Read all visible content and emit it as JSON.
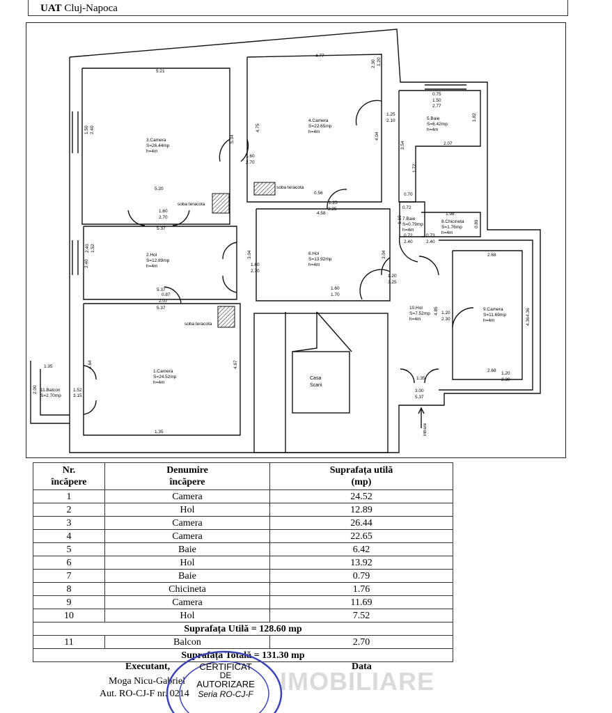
{
  "header": {
    "uat_label": "UAT",
    "uat_city": "Cluj-Napoca"
  },
  "plan": {
    "rooms": [
      {
        "n": "1.Camera",
        "s": "S=24.52mp",
        "h": "h=4m"
      },
      {
        "n": "2.Hol",
        "s": "S=12.89mp",
        "h": "h=4m"
      },
      {
        "n": "3.Camera",
        "s": "S=26.44mp",
        "h": "h=4m"
      },
      {
        "n": "4.Camera",
        "s": "S=22.65mp",
        "h": "h=4m"
      },
      {
        "n": "5.Baie",
        "s": "S=6.42mp",
        "h": "h=4m"
      },
      {
        "n": "6.Hol",
        "s": "S=13.92mp",
        "h": "h=4m"
      },
      {
        "n": "7.Baie",
        "s": "S=0.79mp",
        "h": "h=4m"
      },
      {
        "n": "8.Chicineta",
        "s": "S=1.76mp",
        "h": "h=4m"
      },
      {
        "n": "9.Camera",
        "s": "S=11.69mp",
        "h": "h=4m"
      },
      {
        "n": "10.Hol",
        "s": "S=7.52mp",
        "h": "h=4m"
      },
      {
        "n": "11.Balcon",
        "s": "S=2.70mp",
        "h": ""
      }
    ],
    "stairs": [
      "Casa",
      "Scarii"
    ],
    "soba": "soba teracota",
    "entrance": "intrare",
    "dims": [
      "5.21",
      "4.77",
      "1.20",
      "2.30",
      "0.75",
      "1.50",
      "2.77",
      "1.25",
      "2.10",
      "1.82",
      "2.07",
      "3.54",
      "1.72",
      "0.70",
      "1.50",
      "2.40",
      "5.34",
      "1.60",
      "2.70",
      "4.75",
      "4.04",
      "5.20",
      "0.56",
      "1.25",
      "2.25",
      "4.58",
      "1.60",
      "2.70",
      "5.37",
      "0.72",
      "1.98",
      "1.10",
      "0.89",
      "0.72",
      "0.73",
      "2.40",
      "2.40",
      "2.40",
      "2.40",
      "1.52",
      "3.04",
      "3.04",
      "1.60",
      "2.70",
      "2.68",
      "5.37",
      "0.87",
      "2.07",
      "1.20",
      "3.25",
      "1.60",
      "1.70",
      "5.37",
      "4.85",
      "1.20",
      "2.30",
      "4.36",
      "4.36",
      "1.35",
      "4.64",
      "4.67",
      "2.00",
      "1.52",
      "3.15",
      "2.68",
      "1.20",
      "2.30",
      "1.35",
      "3.00",
      "5.37",
      "1.35"
    ]
  },
  "table": {
    "headers": [
      "Nr.\nîncăpere",
      "Denumire\nîncăpere",
      "Suprafața utilă\n(mp)"
    ],
    "h1a": "Nr.",
    "h1b": "încăpere",
    "h2a": "Denumire",
    "h2b": "încăpere",
    "h3a": "Suprafața utilă",
    "h3b": "(mp)",
    "rows": [
      {
        "nr": "1",
        "name": "Camera",
        "area": "24.52"
      },
      {
        "nr": "2",
        "name": "Hol",
        "area": "12.89"
      },
      {
        "nr": "3",
        "name": "Camera",
        "area": "26.44"
      },
      {
        "nr": "4",
        "name": "Camera",
        "area": "22.65"
      },
      {
        "nr": "5",
        "name": "Baie",
        "area": "6.42"
      },
      {
        "nr": "6",
        "name": "Hol",
        "area": "13.92"
      },
      {
        "nr": "7",
        "name": "Baie",
        "area": "0.79"
      },
      {
        "nr": "8",
        "name": "Chicineta",
        "area": "1.76"
      },
      {
        "nr": "9",
        "name": "Camera",
        "area": "11.69"
      },
      {
        "nr": "10",
        "name": "Hol",
        "area": "7.52"
      }
    ],
    "useful_total": "Suprafața Utilă = 128.60 mp",
    "balcony": {
      "nr": "11",
      "name": "Balcon",
      "area": "2.70"
    },
    "grand_total": "Suprafața Totală = 131.30 mp"
  },
  "footer": {
    "executant": "Executant,",
    "name": "Moga Nicu-Gabriel",
    "auth": "Aut. RO-CJ-F nr. 0214",
    "data": "Data",
    "stamp_line1": "CERTIFICAT",
    "stamp_line2": "DE",
    "stamp_line3": "AUTORIZARE",
    "stamp_line4": "Seria RO-CJ-F",
    "watermark": "IMOBILIARE"
  }
}
